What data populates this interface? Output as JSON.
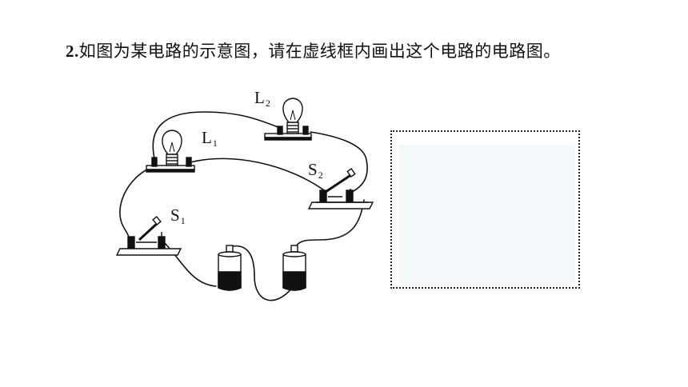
{
  "question": {
    "number": "2.",
    "text": "如图为某电路的示意图，请在虚线框内画出这个电路的电路图。"
  },
  "components": {
    "L1": {
      "letter": "L",
      "sub": "1"
    },
    "L2": {
      "letter": "L",
      "sub": "2"
    },
    "S1": {
      "letter": "S",
      "sub": "1"
    },
    "S2": {
      "letter": "S",
      "sub": "2"
    }
  },
  "colors": {
    "ink": "#111111",
    "answer_area": "#f3f8fb"
  }
}
